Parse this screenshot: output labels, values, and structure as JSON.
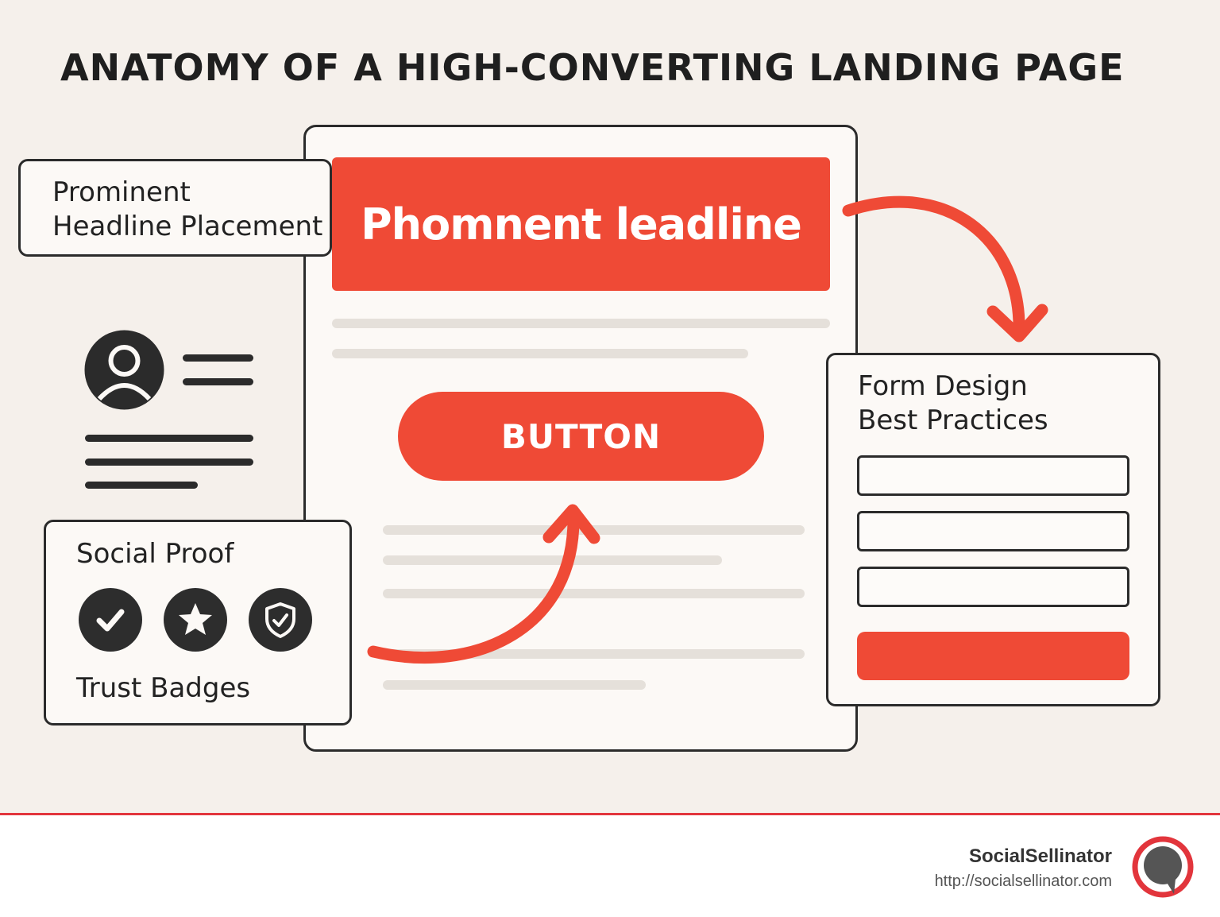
{
  "title": "ANATOMY OF A HIGH-CONVERTING LANDING PAGE",
  "landing_page": {
    "headline_text": "Phomnent leadline",
    "button_label": "BUTTON"
  },
  "labels": {
    "headline_placement": [
      "Prominent",
      "Headline Placement"
    ],
    "social_proof": "Social Proof",
    "trust_badges": "Trust Badges",
    "form_design": [
      "Form Design",
      "Best Practices"
    ]
  },
  "badges": [
    {
      "icon": "checkmark-icon"
    },
    {
      "icon": "star-icon"
    },
    {
      "icon": "shield-check-icon"
    }
  ],
  "form": {
    "field_count": 3
  },
  "footer": {
    "brand": "SocialSellinator",
    "url": "http://socialsellinator.com"
  },
  "colors": {
    "accent": "#ef4a36",
    "dark": "#2b2b2b",
    "background": "#f5f0eb",
    "footer_rule": "#e2353c"
  }
}
